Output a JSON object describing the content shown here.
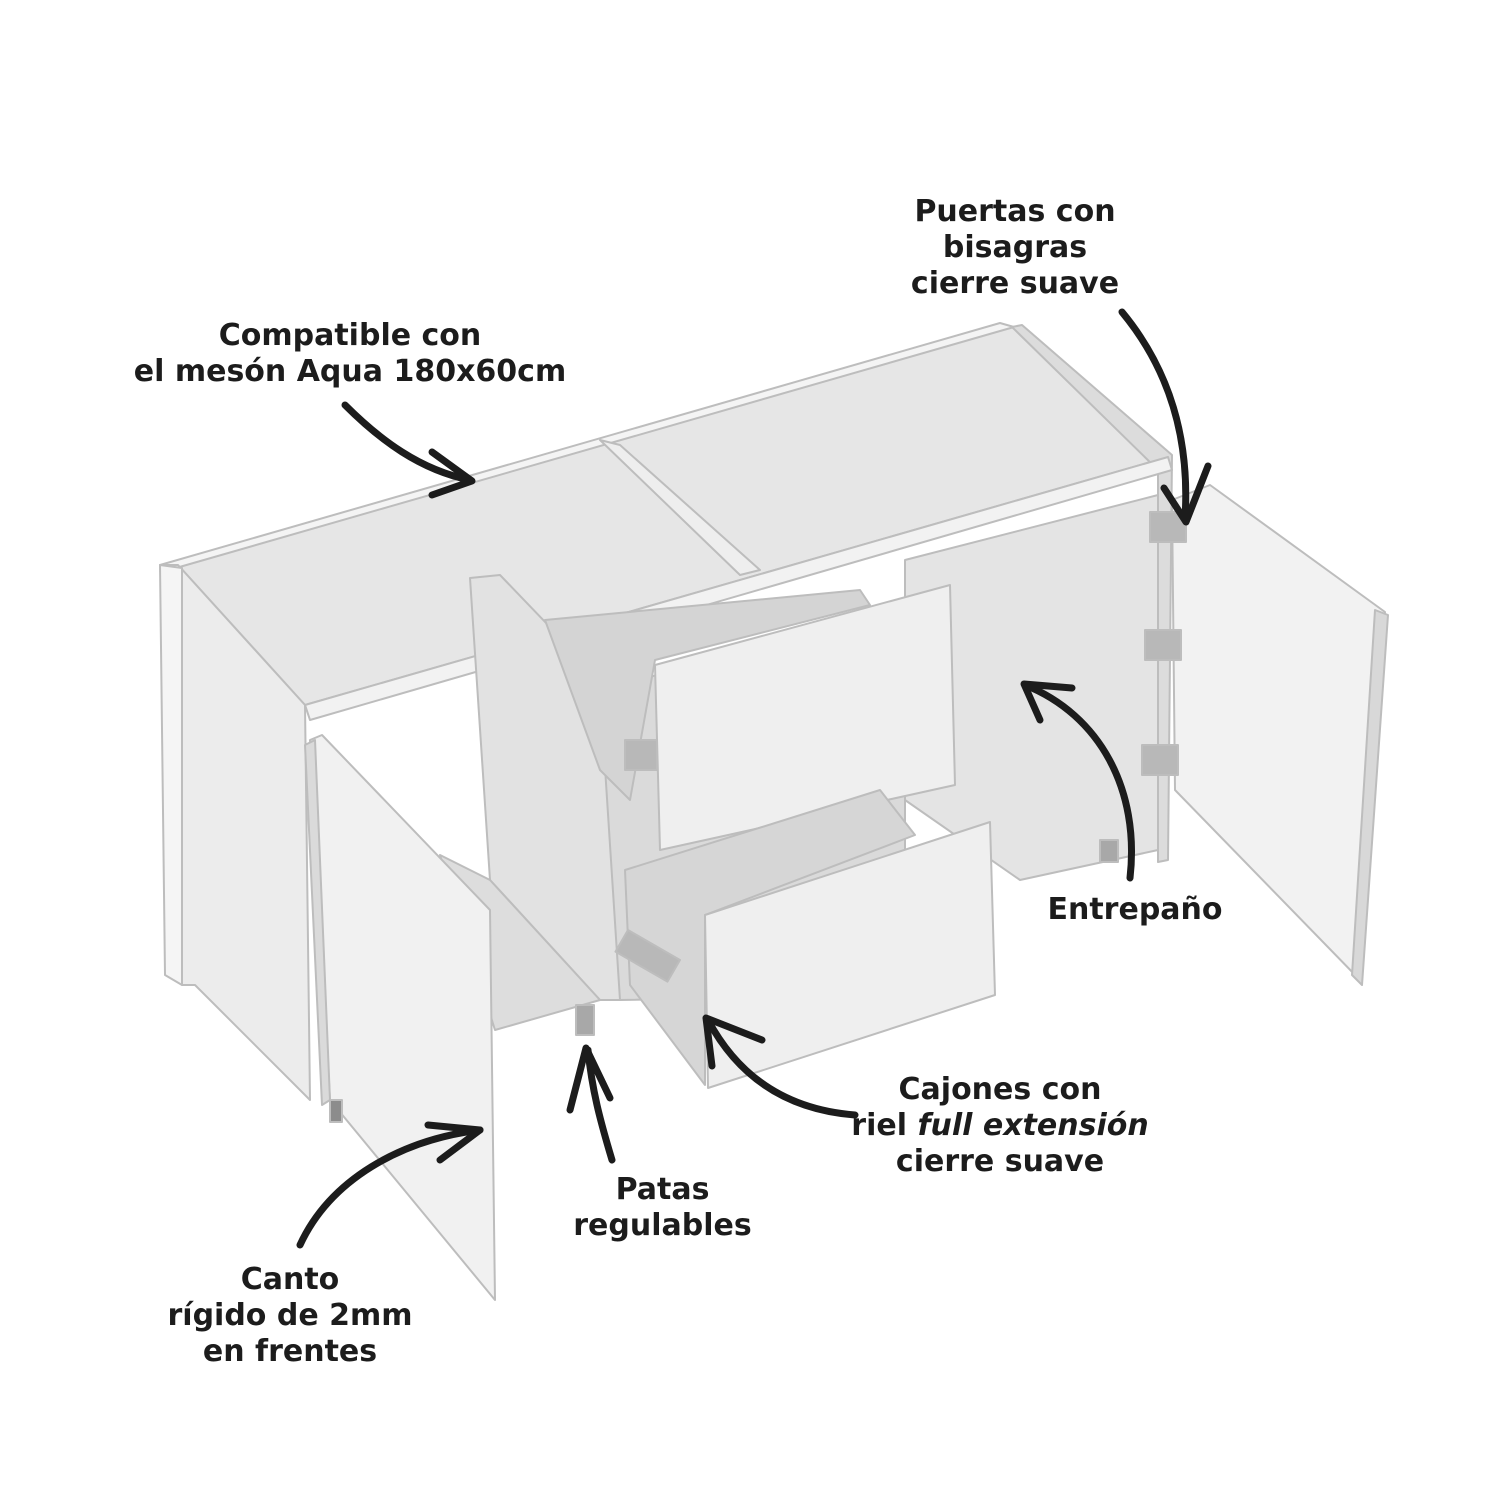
{
  "callouts": {
    "compatible": {
      "line1": "Compatible con",
      "line2": "el mesón Aqua 180x60cm"
    },
    "puertas": {
      "line1": "Puertas con",
      "line2": "bisagras",
      "line3": "cierre suave"
    },
    "entrepano": {
      "line1": "Entrepaño"
    },
    "cajones": {
      "line1": "Cajones con",
      "line2_prefix": "riel ",
      "line2_italic": "full extensión",
      "line3": "cierre suave"
    },
    "patas": {
      "line1": "Patas",
      "line2": "regulables"
    },
    "canto": {
      "line1": "Canto",
      "line2": "rígido de 2mm",
      "line3": "en frentes"
    }
  },
  "colors": {
    "text": "#1c1c1c",
    "arrow": "#1c1c1c",
    "panel_light": "#ededed",
    "panel_mid": "#e0e0e0",
    "panel_dark": "#d2d2d2",
    "edge": "#bdbdbd",
    "hardware": "#b8b8b8"
  }
}
